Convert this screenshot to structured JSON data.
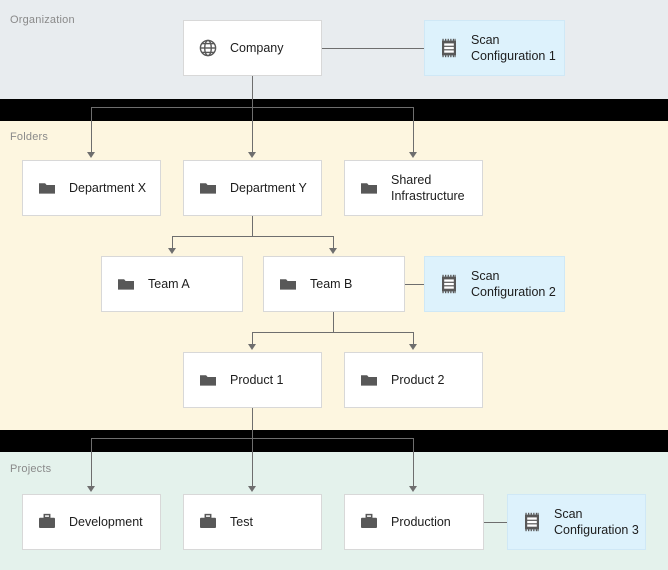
{
  "bands": [
    {
      "id": "organization",
      "label": "Organization",
      "color": "#e8ecef"
    },
    {
      "id": "folders",
      "label": "Folders",
      "color": "#fdf6e0"
    },
    {
      "id": "projects",
      "label": "Projects",
      "color": "#e4f2ec"
    }
  ],
  "colors": {
    "organization_band": "#e8ecef",
    "folders_band": "#fdf6e0",
    "projects_band": "#e4f2ec",
    "gap": "#000000",
    "node_fill": "#ffffff",
    "node_border": "#d8d8d8",
    "scan_fill": "#ddf2fc",
    "scan_border": "#cfe8f6",
    "icon": "#585858",
    "connector": "#6e6e6e",
    "label_text": "#8a8a8a",
    "node_text": "#1d1d1d"
  },
  "nodes": {
    "company": {
      "label": "Company",
      "icon": "globe-icon"
    },
    "scan_config_1": {
      "label": "Scan\nConfiguration 1",
      "icon": "scan-configuration-icon"
    },
    "department_x": {
      "label": "Department X",
      "icon": "folder-icon"
    },
    "department_y": {
      "label": "Department Y",
      "icon": "folder-icon"
    },
    "shared_infrastructure": {
      "label": "Shared\nInfrastructure",
      "icon": "folder-icon"
    },
    "team_a": {
      "label": "Team A",
      "icon": "folder-icon"
    },
    "team_b": {
      "label": "Team B",
      "icon": "folder-icon"
    },
    "scan_config_2": {
      "label": "Scan\nConfiguration 2",
      "icon": "scan-configuration-icon"
    },
    "product_1": {
      "label": "Product 1",
      "icon": "folder-icon"
    },
    "product_2": {
      "label": "Product 2",
      "icon": "folder-icon"
    },
    "development": {
      "label": "Development",
      "icon": "briefcase-icon"
    },
    "test": {
      "label": "Test",
      "icon": "briefcase-icon"
    },
    "production": {
      "label": "Production",
      "icon": "briefcase-icon"
    },
    "scan_config_3": {
      "label": "Scan\nConfiguration 3",
      "icon": "scan-configuration-icon"
    }
  },
  "edges": [
    {
      "from": "company",
      "to": "scan_config_1",
      "kind": "attach"
    },
    {
      "from": "company",
      "to": "department_x",
      "kind": "arrow"
    },
    {
      "from": "company",
      "to": "department_y",
      "kind": "arrow"
    },
    {
      "from": "company",
      "to": "shared_infrastructure",
      "kind": "arrow"
    },
    {
      "from": "department_y",
      "to": "team_a",
      "kind": "arrow"
    },
    {
      "from": "department_y",
      "to": "team_b",
      "kind": "arrow"
    },
    {
      "from": "team_b",
      "to": "scan_config_2",
      "kind": "attach"
    },
    {
      "from": "team_b",
      "to": "product_1",
      "kind": "arrow"
    },
    {
      "from": "team_b",
      "to": "product_2",
      "kind": "arrow"
    },
    {
      "from": "product_1",
      "to": "development",
      "kind": "arrow"
    },
    {
      "from": "product_1",
      "to": "test",
      "kind": "arrow"
    },
    {
      "from": "product_1",
      "to": "production",
      "kind": "arrow"
    },
    {
      "from": "production",
      "to": "scan_config_3",
      "kind": "attach"
    }
  ]
}
